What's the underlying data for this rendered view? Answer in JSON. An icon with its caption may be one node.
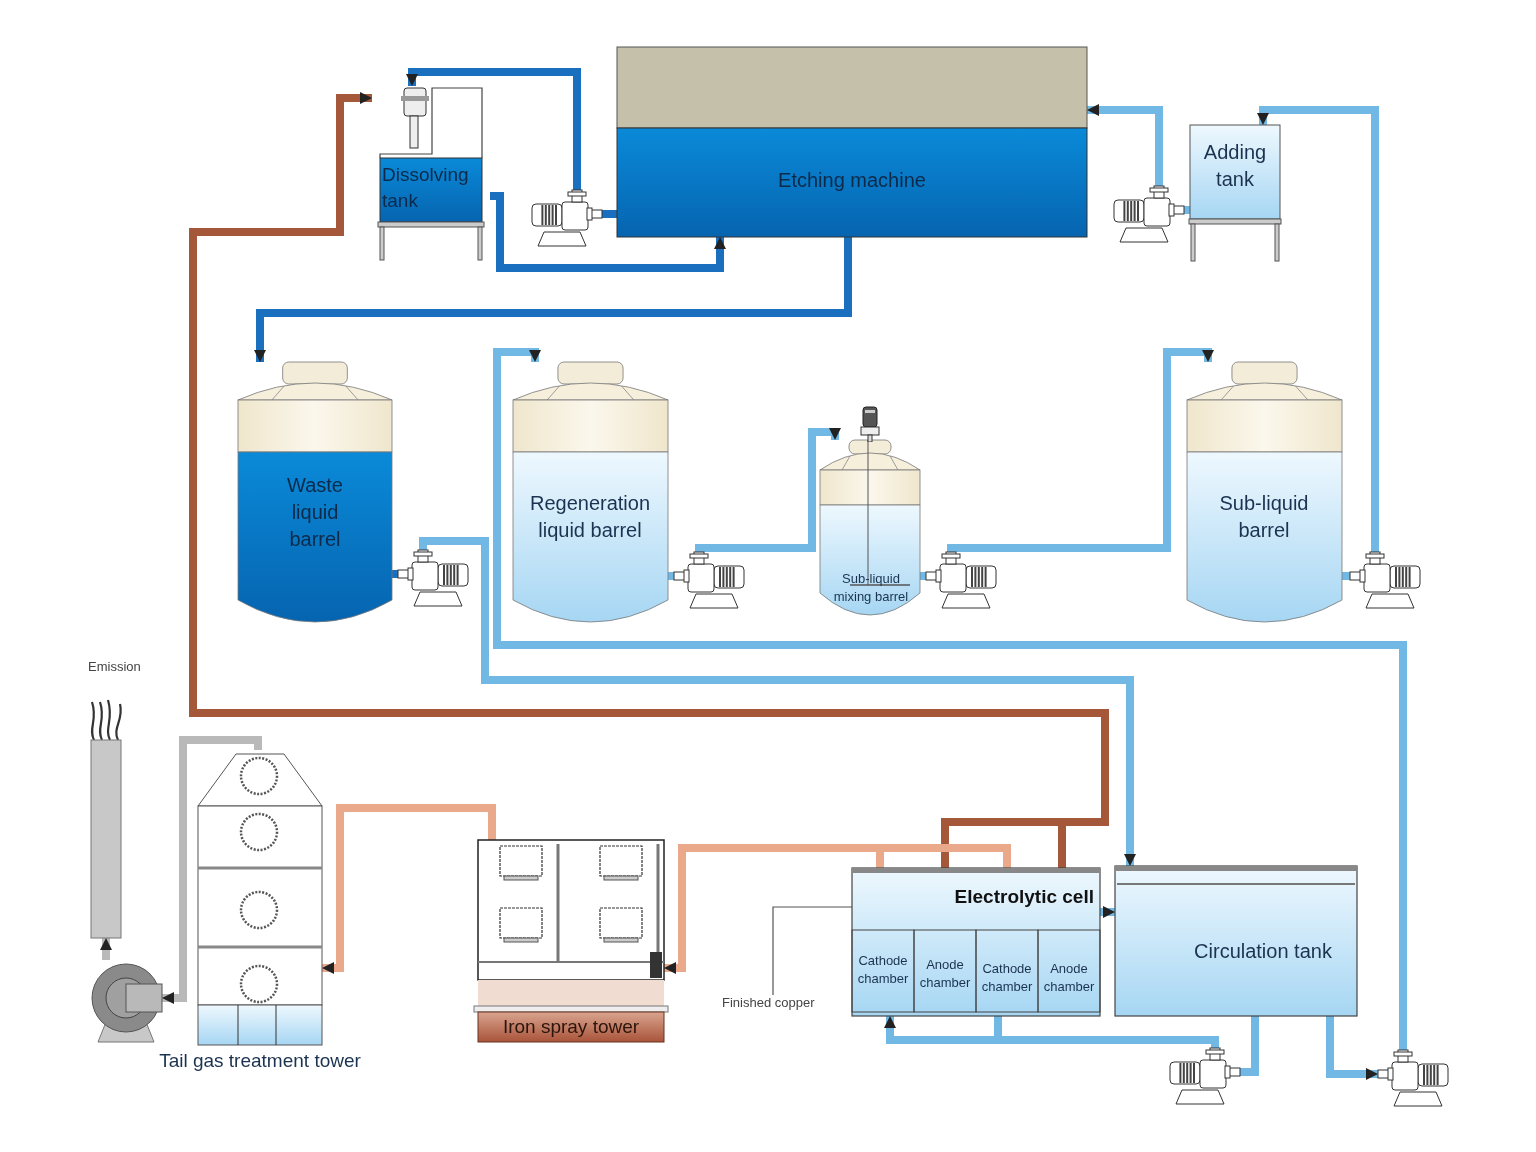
{
  "diagram": {
    "nodes": [
      {
        "text": [
          "Dissolving tank"
        ]
      },
      {
        "text": [
          "Etching machine"
        ]
      },
      {
        "text": [],
        "shape": "picture"
      },
      {
        "text": [],
        "shape": "picture"
      },
      {
        "text": [
          "Adding tank"
        ]
      },
      {
        "text": [
          "Waste liquid barrel"
        ]
      },
      {
        "text": [
          "Regeneration liquid barrel"
        ]
      },
      {
        "text": [
          "Sub-liquid mixing barrel"
        ]
      },
      {
        "text": [
          "Sub-liquid barrel"
        ]
      },
      {
        "text": [],
        "shape": "picture"
      },
      {
        "text": [],
        "shape": "picture"
      },
      {
        "text": [],
        "shape": "picture"
      },
      {
        "text": [],
        "shape": "picture"
      },
      {
        "text": [],
        "shape": "picture"
      },
      {
        "text": [
          "Tail gas treatment tower"
        ]
      },
      {
        "text": [],
        "shape": "picture"
      },
      {
        "text": [
          "Iron spray tower"
        ]
      },
      {
        "text": [
          "Electrolytic cell"
        ]
      },
      {
        "text": [
          "Cathode chamber"
        ],
        "in": 17
      },
      {
        "text": [
          "Anode chamber"
        ],
        "in": 17
      },
      {
        "text": [
          "Cathode chamber"
        ],
        "in": 17
      },
      {
        "text": [
          "Anode chamber"
        ],
        "in": 17
      },
      {
        "text": [
          "Finished copper"
        ]
      },
      {
        "text": [
          "Circulation tank"
        ]
      },
      {
        "text": [],
        "shape": "picture"
      },
      {
        "text": [],
        "shape": "picture"
      }
    ],
    "edges": [
      {
        "from": 0,
        "to": 1,
        "arrow": "to",
        "color": "#1a6fbe"
      },
      {
        "from": 1,
        "to": 2,
        "arrow": "none",
        "color": "#1a6fbe"
      },
      {
        "from": 2,
        "to": 0,
        "arrow": "to",
        "color": "#1a6fbe"
      },
      {
        "from": 1,
        "to": 5,
        "arrow": "to",
        "color": "#1a6fbe"
      },
      {
        "from": 5,
        "to": 9,
        "arrow": "none",
        "color": "#1a6fbe"
      },
      {
        "from": 9,
        "to": 23,
        "arrow": "to"
      },
      {
        "from": 23,
        "to": 25,
        "arrow": "to"
      },
      {
        "from": 25,
        "to": 6,
        "arrow": "to"
      },
      {
        "from": 6,
        "to": 10,
        "arrow": "none"
      },
      {
        "from": 10,
        "to": 7,
        "arrow": "to"
      },
      {
        "from": 7,
        "to": 11,
        "arrow": "none"
      },
      {
        "from": 11,
        "to": 8,
        "arrow": "to"
      },
      {
        "from": 8,
        "to": 12,
        "arrow": "none"
      },
      {
        "from": 12,
        "to": 4,
        "arrow": "to"
      },
      {
        "from": 4,
        "to": 3,
        "arrow": "none"
      },
      {
        "from": 3,
        "to": 1,
        "arrow": "to"
      },
      {
        "from": 23,
        "to": 24,
        "arrow": "none"
      },
      {
        "from": 24,
        "to": 17,
        "arrow": "to"
      },
      {
        "from": 17,
        "to": 23,
        "arrow": "to"
      },
      {
        "from": 17,
        "to": 0,
        "arrow": "to",
        "color": "#a5573a"
      },
      {
        "from": 17,
        "to": 16,
        "arrow": "to",
        "color": "#eba98c"
      },
      {
        "from": 16,
        "to": 14,
        "arrow": "to",
        "color": "#eba98c"
      },
      {
        "from": 14,
        "to": 15,
        "arrow": "to",
        "color": "#b9b9b9"
      },
      {
        "from": 15,
        "to": 13,
        "arrow": "to",
        "color": "#b9b9b9"
      },
      {
        "from": 22,
        "to": 17,
        "arrow": "none",
        "color": "#555555"
      }
    ],
    "labels": [
      "Emission"
    ]
  }
}
